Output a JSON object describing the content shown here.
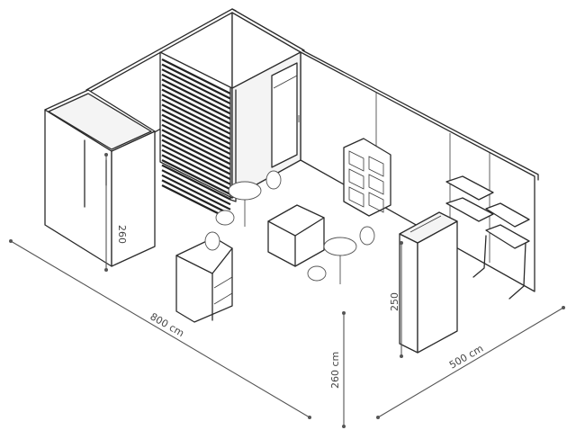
{
  "dimensions": {
    "width_label": "800 cm",
    "depth_label": "500 cm",
    "height_label": "260 cm",
    "wall_height_label": "260",
    "tower_height_label": "250"
  }
}
